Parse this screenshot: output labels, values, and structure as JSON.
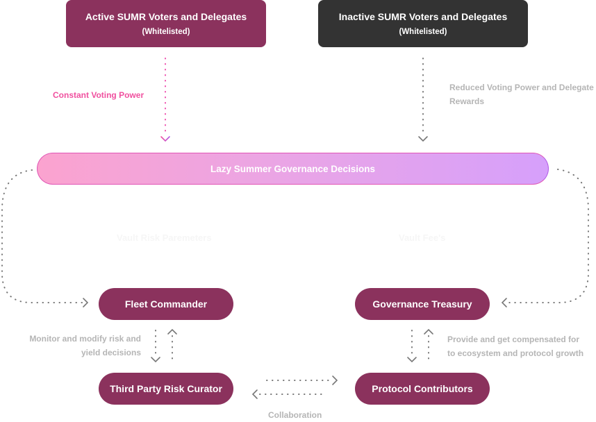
{
  "nodes": {
    "active": {
      "title": "Active SUMR Voters and Delegates",
      "subtitle": "(Whitelisted)"
    },
    "inactive": {
      "title": "Inactive SUMR Voters and Delegates",
      "subtitle": "(Whitelisted)"
    },
    "governance": {
      "title": "Lazy Summer Governance Decisions"
    },
    "fleet_commander": {
      "title": "Fleet Commander"
    },
    "governance_treasury": {
      "title": "Governance Treasury"
    },
    "risk_curator": {
      "title": "Third Party Risk Curator"
    },
    "protocol_contributors": {
      "title": "Protocol Contributors"
    }
  },
  "edge_labels": {
    "constant_voting_power": "Constant Voting Power",
    "reduced_voting_power_line1": "Reduced Voting Power and Delegate",
    "reduced_voting_power_line2": "Rewards",
    "vault_risk_parameters": "Vault Risk Paremeters",
    "vault_fees": "Vault Fee's",
    "monitor_line1": "Monitor and modify risk and",
    "monitor_line2": "yield decisions",
    "provide_line1": "Provide and get compensated for",
    "provide_line2": "to ecosystem and protocol growth",
    "collaboration": "Collaboration"
  },
  "colors": {
    "node_primary": "#8b325d",
    "node_dark": "#333333",
    "gradient_start": "#fba3cf",
    "gradient_end": "#d6a0fb",
    "accent_pink": "#f0509f",
    "connector_gray": "#777777",
    "label_gray": "#b5b5b5"
  }
}
